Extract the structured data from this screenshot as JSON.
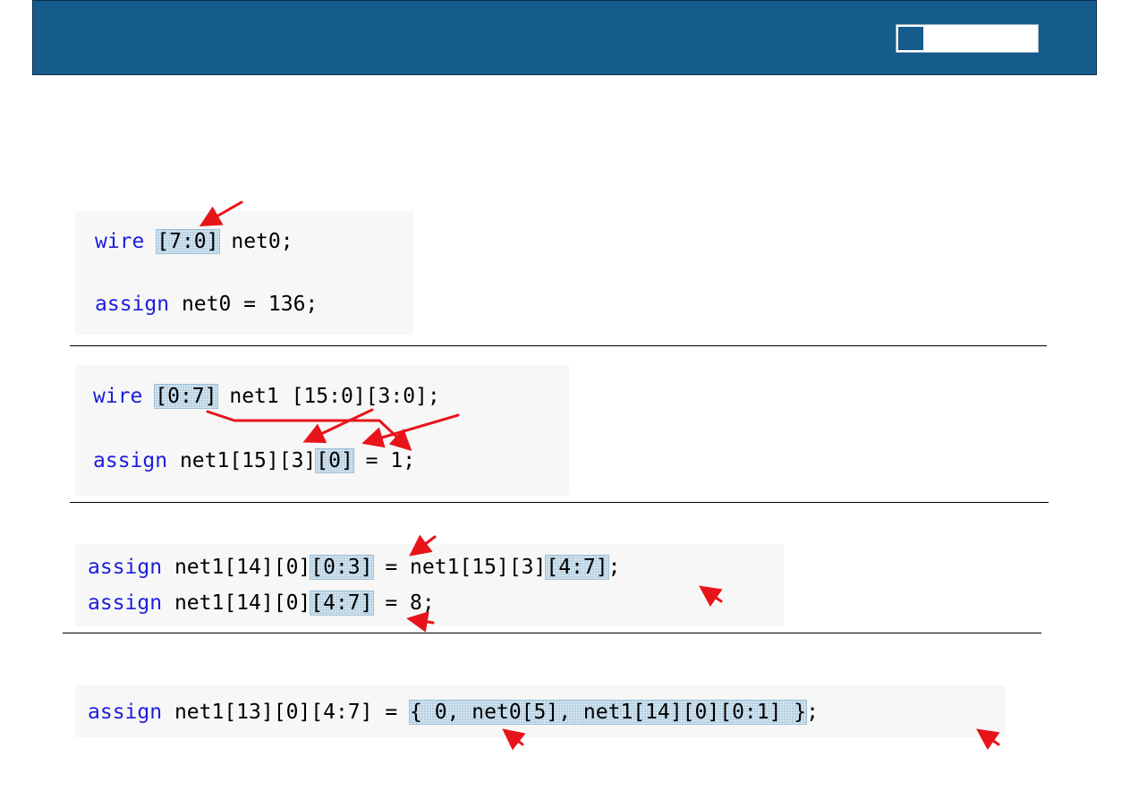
{
  "colors": {
    "header_bg": "#155b8b",
    "keyword": "#1d1ddd",
    "highlight": "#b4cfe2",
    "arrow": "#e8141a"
  },
  "icons": {
    "arrow": "red-arrow-icon",
    "logo": "logo-mark-icon"
  },
  "block1": {
    "line1": {
      "kw": "wire",
      "range": "[7:0]",
      "rest": " net0;"
    },
    "line2": {
      "kw": "assign",
      "rest": " net0 = 136;"
    }
  },
  "block2": {
    "line1": {
      "kw": "wire",
      "range": "[0:7]",
      "rest": " net1 [15:0][3:0];"
    },
    "line2": {
      "kw": "assign",
      "pre": " net1[15][3]",
      "sel": "[0]",
      "rest": " = 1;"
    }
  },
  "block3": {
    "line1": {
      "kw": "assign",
      "pre": " net1[14][0]",
      "sel": "[0:3]",
      "mid": " = net1[15][3]",
      "sel2": "[4:7]",
      "rest": ";"
    },
    "line2": {
      "kw": "assign",
      "pre": " net1[14][0]",
      "sel": "[4:7]",
      "rest": " = 8;"
    }
  },
  "block4": {
    "line1": {
      "kw": "assign",
      "pre": " net1[13][0][4:7] = ",
      "concat": "{ 0, net0[5], net1[14][0][0:1] }",
      "rest": ";"
    }
  }
}
